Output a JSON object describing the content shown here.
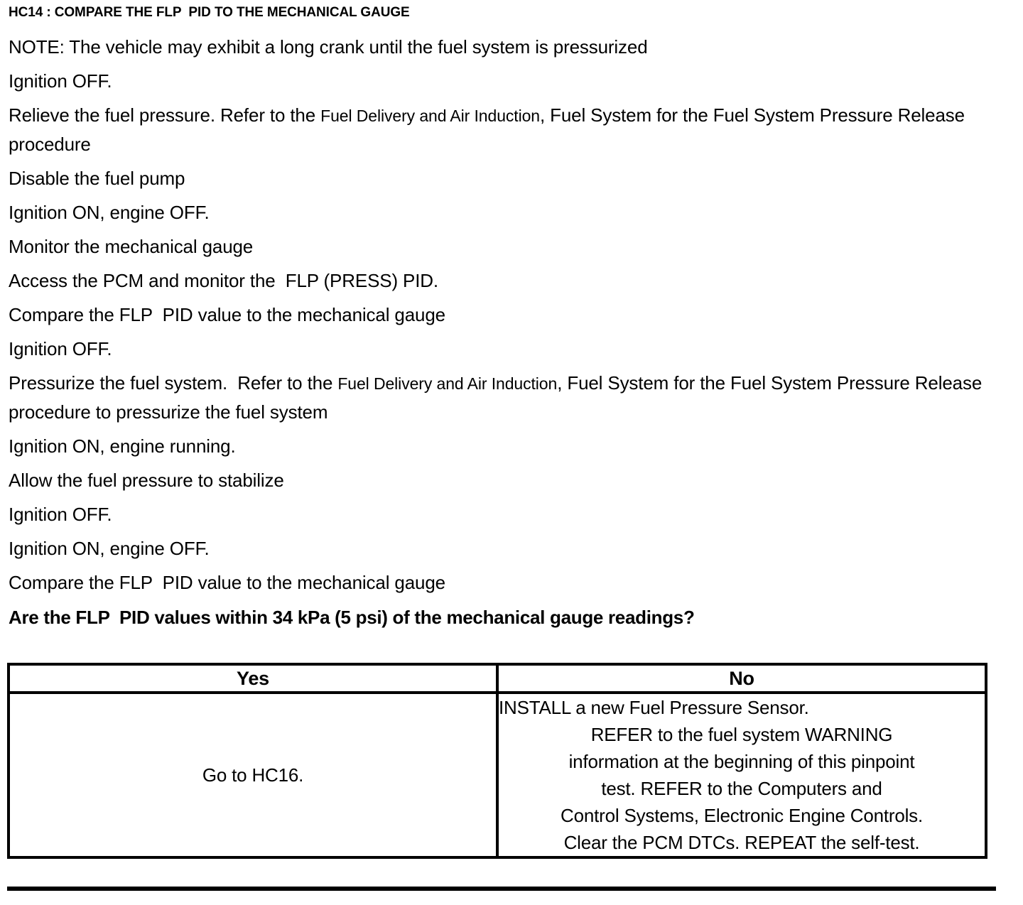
{
  "document": {
    "title": "HC14 : COMPARE THE FLP  PID TO THE MECHANICAL GAUGE"
  },
  "steps": [
    {
      "text": "NOTE: The vehicle may exhibit a long crank until the fuel system is pressurized"
    },
    {
      "text": "Ignition OFF."
    },
    {
      "lead": "Relieve the fuel pressure. Refer to the ",
      "xref": "Fuel Delivery and Air Induction",
      "tail": ", Fuel System for the Fuel System Pressure Release procedure"
    },
    {
      "text": "Disable the fuel pump"
    },
    {
      "text": "Ignition ON, engine OFF."
    },
    {
      "text": "Monitor the mechanical gauge"
    },
    {
      "text": "Access the PCM and monitor the  FLP (PRESS) PID."
    },
    {
      "text": "Compare the FLP  PID value to the mechanical gauge"
    },
    {
      "text": "Ignition OFF."
    },
    {
      "lead": "Pressurize the fuel system.  Refer to the ",
      "xref": "Fuel Delivery and Air Induction",
      "tail": ", Fuel System for the Fuel System Pressure Release procedure to pressurize the fuel system"
    },
    {
      "text": "Ignition ON, engine running."
    },
    {
      "text": "Allow the fuel pressure to stabilize"
    },
    {
      "text": "Ignition OFF."
    },
    {
      "text": "Ignition ON, engine OFF."
    },
    {
      "text": "Compare the FLP  PID value to the mechanical gauge"
    }
  ],
  "question": "Are the FLP  PID values within 34 kPa (5 psi) of the mechanical gauge readings?",
  "decision_table": {
    "headers": {
      "yes": "Yes",
      "no": "No"
    },
    "cells": {
      "yes": "Go to HC16.",
      "no_lines": [
        "INSTALL a new Fuel Pressure Sensor.",
        "REFER to the fuel system WARNING",
        "information at the beginning of this pinpoint",
        "test. REFER to the Computers and",
        "Control Systems, Electronic Engine Controls.",
        "Clear the PCM DTCs. REPEAT the self-test."
      ]
    }
  }
}
